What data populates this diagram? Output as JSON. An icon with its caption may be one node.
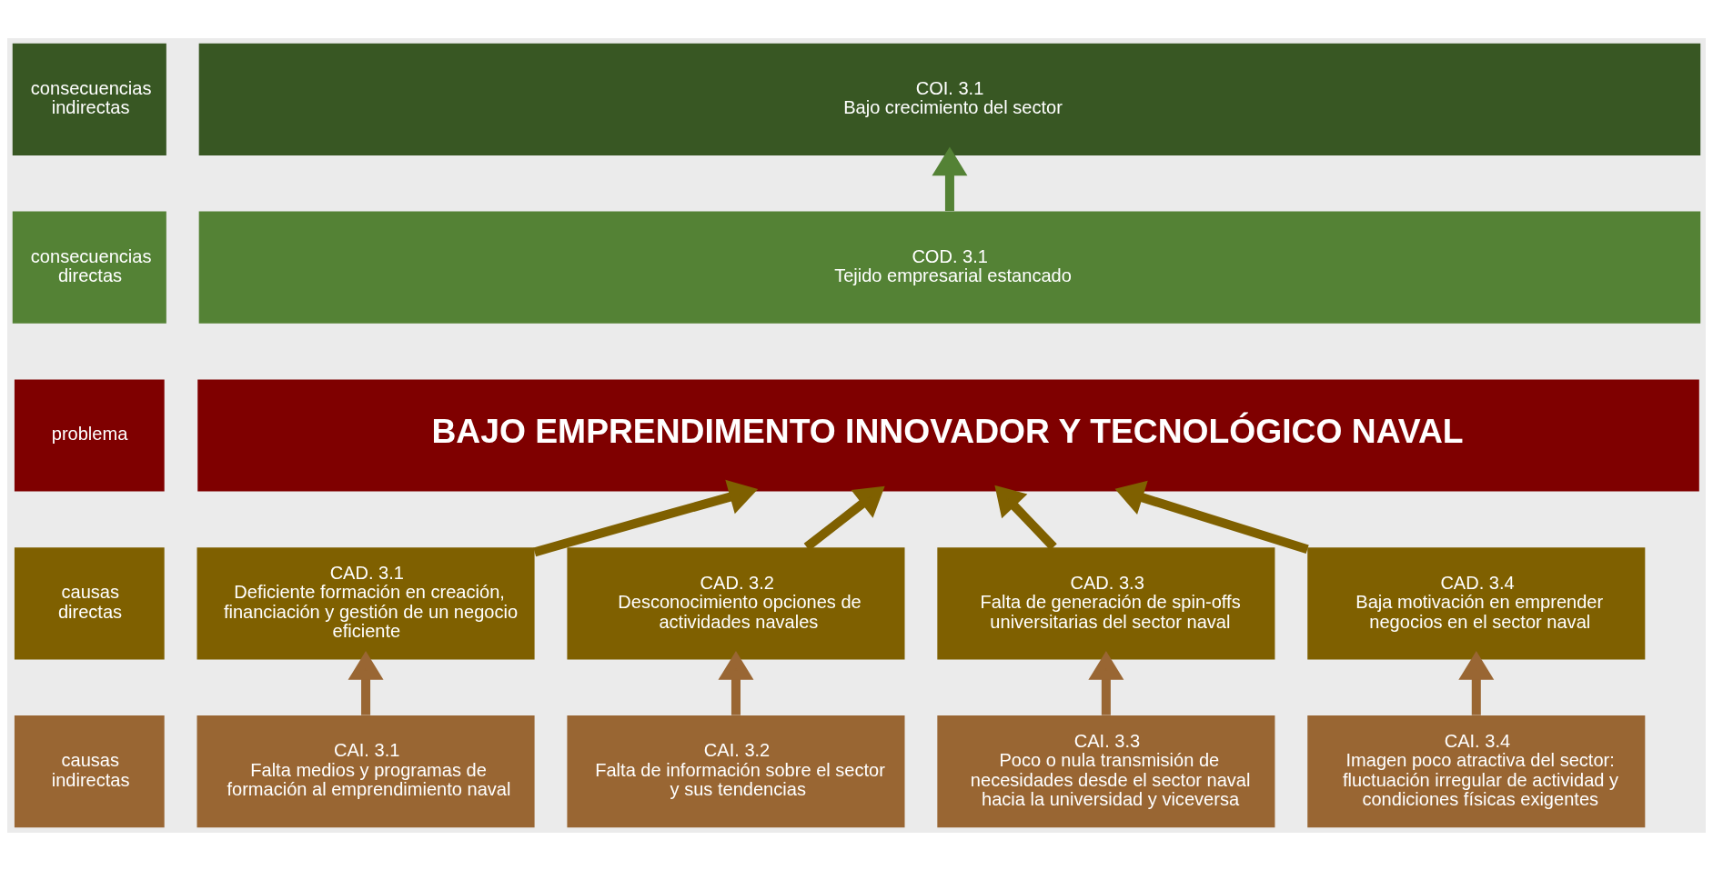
{
  "diagram": {
    "nodes": [
      {
        "text": [
          "consecuencias indirectas"
        ]
      },
      {
        "text": [
          "COI. 3.1",
          "Bajo crecimiento del sector"
        ]
      },
      {
        "text": [
          "consecuencias directas"
        ]
      },
      {
        "text": [
          "COD. 3.1",
          "Tejido empresarial estancado"
        ]
      },
      {
        "text": [
          "problema"
        ]
      },
      {
        "text": [
          "BAJO EMPRENDIMENTO INNOVADOR Y TECNOLÓGICO NAVAL"
        ]
      },
      {
        "text": [
          "causas directas"
        ]
      },
      {
        "text": [
          "CAD. 3.1",
          "Deficiente formación en creación, financiación y gestión de un negocio eficiente"
        ]
      },
      {
        "text": [
          "CAD. 3.2",
          "Desconocimiento opciones de actividades navales"
        ]
      },
      {
        "text": [
          "CAD. 3.3",
          "Falta de generación de spin-offs universitarias del sector naval"
        ]
      },
      {
        "text": [
          "CAD. 3.4",
          "Baja motivación en emprender negocios en el sector naval"
        ]
      },
      {
        "text": [
          "causas indirectas"
        ]
      },
      {
        "text": [
          "CAI. 3.1",
          "Falta medios y programas de formación al emprendimiento naval"
        ]
      },
      {
        "text": [
          "CAI. 3.2",
          "Falta de información sobre el sector y sus tendencias"
        ]
      },
      {
        "text": [
          "CAI. 3.3",
          "Poco o nula transmisión de necesidades desde el sector naval hacia la universidad y viceversa"
        ]
      },
      {
        "text": [
          "CAI. 3.4",
          "Imagen poco atractiva del sector: fluctuación irregular de actividad y condiciones físicas exigentes"
        ]
      }
    ],
    "edges": [
      {
        "from": 3,
        "to": 1,
        "arrow": "to",
        "color": "#548235"
      },
      {
        "from": 7,
        "to": 5,
        "arrow": "to",
        "color": "#7f6000"
      },
      {
        "from": 8,
        "to": 5,
        "arrow": "to",
        "color": "#7f6000"
      },
      {
        "from": 9,
        "to": 5,
        "arrow": "to",
        "color": "#7f6000"
      },
      {
        "from": 10,
        "to": 5,
        "arrow": "to",
        "color": "#7f6000"
      },
      {
        "from": 12,
        "to": 7,
        "arrow": "to",
        "color": "#996633"
      },
      {
        "from": 13,
        "to": 8,
        "arrow": "to",
        "color": "#996633"
      },
      {
        "from": 14,
        "to": 9,
        "arrow": "to",
        "color": "#996633"
      },
      {
        "from": 15,
        "to": 10,
        "arrow": "to",
        "color": "#996633"
      }
    ]
  }
}
